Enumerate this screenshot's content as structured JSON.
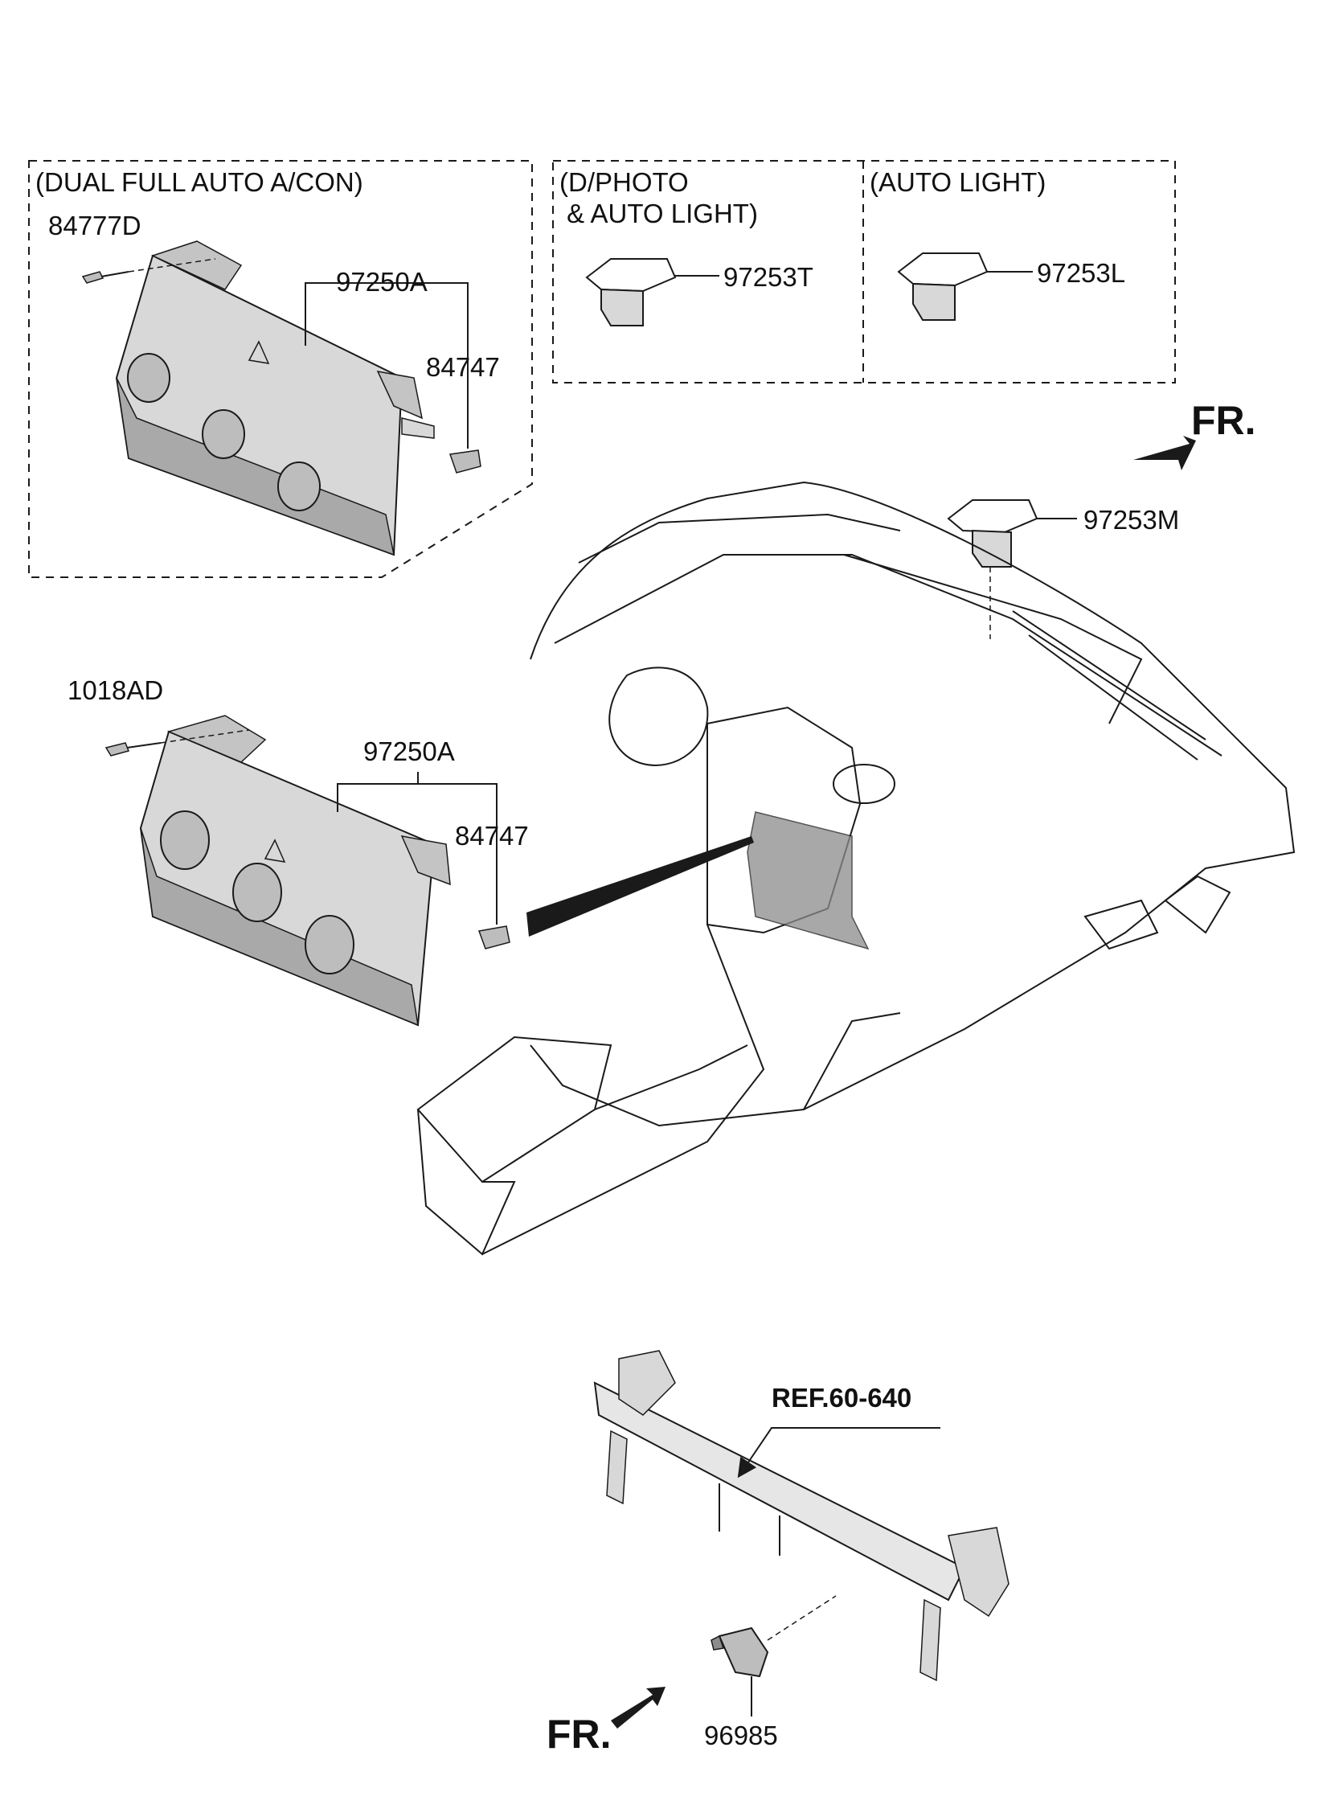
{
  "boxes": {
    "dual_full_auto_header": "(DUAL FULL AUTO A/CON)",
    "d_photo_header": "(D/PHOTO\n & AUTO LIGHT)",
    "auto_light_header": "(AUTO LIGHT)"
  },
  "parts": {
    "screw_dual": "84777D",
    "heater_ctrl_dual": "97250A",
    "connector_dual": "84747",
    "sensor_dphoto": "97253T",
    "sensor_autolight": "97253L",
    "sensor_main": "97253M",
    "screw_manual": "1018AD",
    "heater_ctrl_manual": "97250A",
    "connector_manual": "84747",
    "crash_sensor": "96985"
  },
  "references": {
    "cowl_ref": "REF.60-640"
  },
  "direction": {
    "front_top": "FR.",
    "front_bottom": "FR."
  },
  "colors": {
    "line": "#1a1a1a",
    "part_fill": "#d8d8d8",
    "part_shade": "#a9a9a9",
    "highlight": "#8c8c8c"
  }
}
